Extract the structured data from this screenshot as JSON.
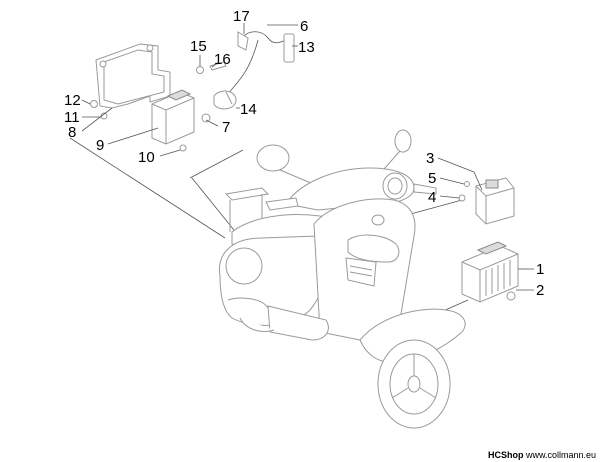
{
  "callouts": {
    "c1": "1",
    "c2": "2",
    "c3": "3",
    "c4": "4",
    "c5": "5",
    "c6": "6",
    "c7": "7",
    "c8": "8",
    "c9": "9",
    "c10": "10",
    "c11": "11",
    "c12": "12",
    "c13": "13",
    "c14": "14",
    "c15": "15",
    "c16": "16",
    "c17": "17"
  },
  "watermark": {
    "brand": "HCShop",
    "url": "www.collmann.eu"
  },
  "colors": {
    "line": "#9a9a9a",
    "text": "#000000",
    "background": "#ffffff"
  }
}
